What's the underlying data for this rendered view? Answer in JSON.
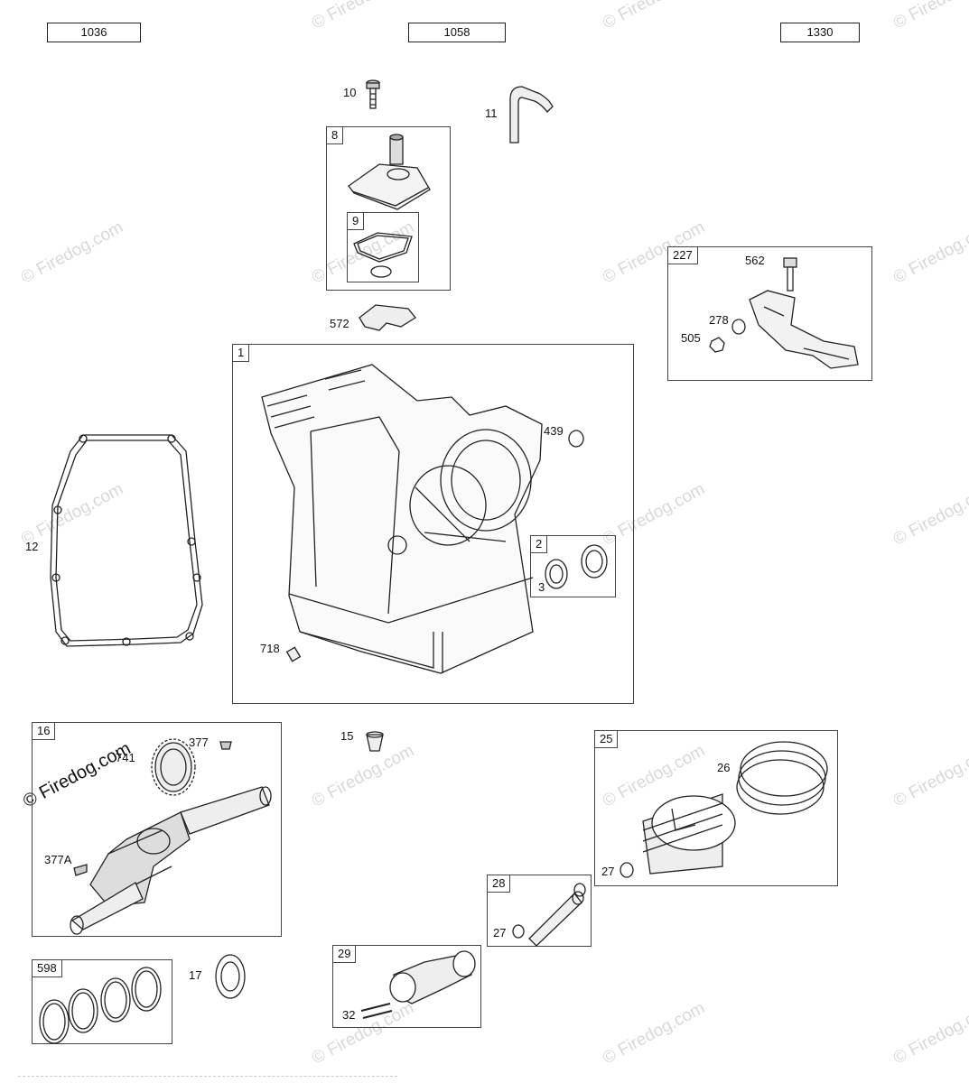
{
  "ref_boxes": [
    "1036",
    "1058",
    "1330"
  ],
  "groups": {
    "valve_cover": "8",
    "gasket": "9",
    "cylinder": "1",
    "seal_kit": "2",
    "throttle_bracket": "227",
    "crankshaft": "16",
    "piston_assy": "25",
    "pin_kit": "28",
    "connecting_rod": "29",
    "shims": "598"
  },
  "callouts": {
    "p10": "10",
    "p11": "11",
    "p572": "572",
    "p12": "12",
    "p718": "718",
    "p439": "439",
    "p3": "3",
    "p562": "562",
    "p278": "278",
    "p505": "505",
    "p15": "15",
    "p377": "377",
    "p741": "741",
    "p377a": "377A",
    "p26": "26",
    "p27a": "27",
    "p27b": "27",
    "p17": "17",
    "p32": "32"
  },
  "watermark": {
    "text": "© Firedog.com",
    "color": "#d8d8d8",
    "dark_color": "#111111"
  }
}
